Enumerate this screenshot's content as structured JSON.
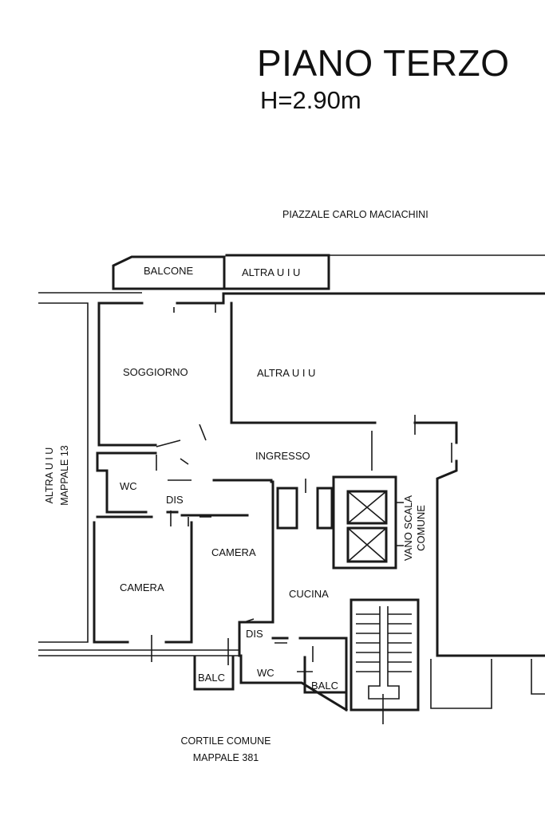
{
  "header": {
    "title": "PIANO TERZO",
    "height": "H=2.90m"
  },
  "street_label": "PIAZZALE CARLO MACIACHINI",
  "courtyard": {
    "line1": "CORTILE COMUNE",
    "line2": "MAPPALE 381"
  },
  "rooms": {
    "balcone": "BALCONE",
    "altra_top": "ALTRA U I U",
    "soggiorno": "SOGGIORNO",
    "altra_right": "ALTRA U I U",
    "ingresso": "INGRESSO",
    "wc_upper": "WC",
    "dis_upper": "DIS",
    "camera_left": "CAMERA",
    "camera_center": "CAMERA",
    "cucina": "CUCINA",
    "dis_lower": "DIS",
    "wc_lower": "WC",
    "balc_left": "BALC",
    "balc_right": "BALC"
  },
  "side_left": {
    "line1": "ALTRA U I U",
    "line2": "MAPPALE 13"
  },
  "stair": {
    "line1": "VANO SCALA",
    "line2": "COMUNE"
  }
}
